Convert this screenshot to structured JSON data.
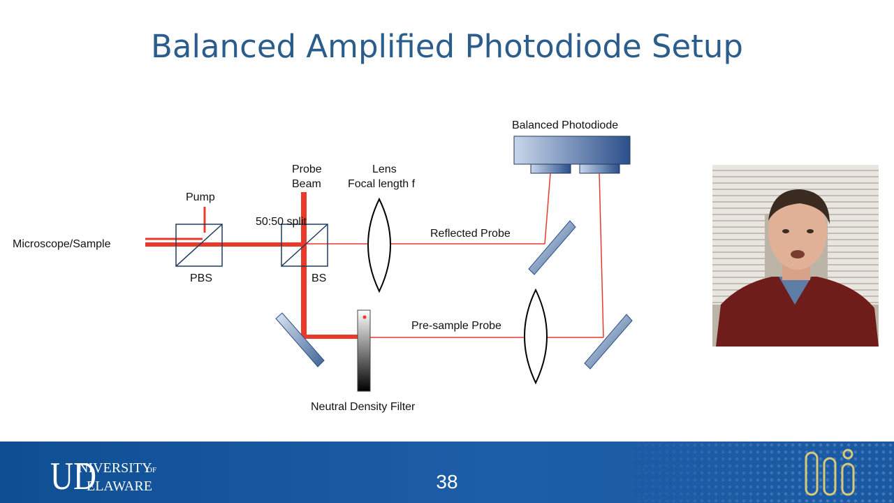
{
  "slide": {
    "title": "Balanced Amplified Photodiode Setup",
    "page_number": "38"
  },
  "diagram": {
    "labels": {
      "balanced_photodiode": "Balanced Photodiode",
      "probe_beam_line1": "Probe",
      "probe_beam_line2": "Beam",
      "lens_line1": "Lens",
      "lens_line2": "Focal length f",
      "pump": "Pump",
      "split": "50:50 split",
      "microscope_sample": "Microscope/Sample",
      "reflected_probe": "Reflected Probe",
      "pbs": "PBS",
      "bs": "BS",
      "pre_sample_probe": "Pre-sample Probe",
      "nd_filter": "Neutral Density Filter"
    },
    "colors": {
      "beam": "#e8392b",
      "optic_border": "#1f3a5c",
      "photodiode_dark": "#2b4f8a",
      "photodiode_light": "#c8d6ea"
    }
  },
  "footer": {
    "logo_line1": "NIVERSITY",
    "logo_of": "OF",
    "logo_line2": "ELAWARE",
    "logo_initials": "UD"
  }
}
